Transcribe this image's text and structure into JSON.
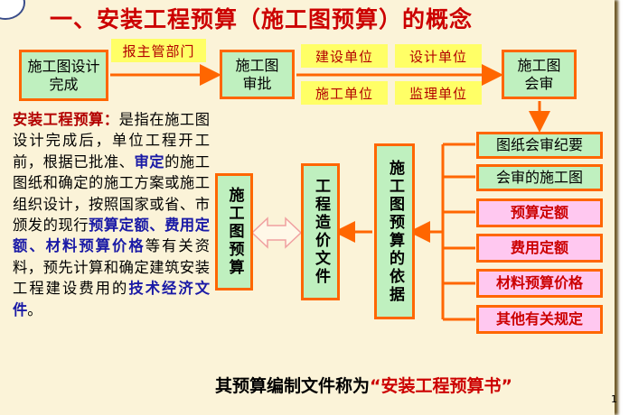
{
  "title": "一、安装工程预算（施工图预算）的概念",
  "flow": {
    "step1": "施工图设计完成",
    "step2": "施工图审批",
    "step3": "施工图会审",
    "report_label": "报主管部门",
    "approvers": [
      "建设单位",
      "设计单位",
      "施工单位",
      "监理单位"
    ]
  },
  "basis": {
    "title": "施工图预算的依据",
    "items": [
      "图纸会审纪要",
      "会审的施工图",
      "预算定额",
      "费用定额",
      "材料预算价格",
      "其他有关规定"
    ]
  },
  "cost_file": "工程造价文件",
  "budget": "施工图预算",
  "description": {
    "term": "安装工程预算：",
    "p1": "是指在施工图设计完成后，单位工程开工前，根据已批准、",
    "b1": "审定",
    "p2": "的施工图纸和确定的施工方案或施工组织设计，按照国家或省、市颁发的现行",
    "b2": "预算定额、费用定额、材料预算价格",
    "p3": "等有关资料，预先计算和确定建筑安装工程建设费用的",
    "b3": "技术经济文件",
    "p4": "。"
  },
  "conclusion": {
    "prefix": "其预算编制文件称为",
    "quoted": "“安装工程预算书”"
  },
  "page_number": "1"
}
